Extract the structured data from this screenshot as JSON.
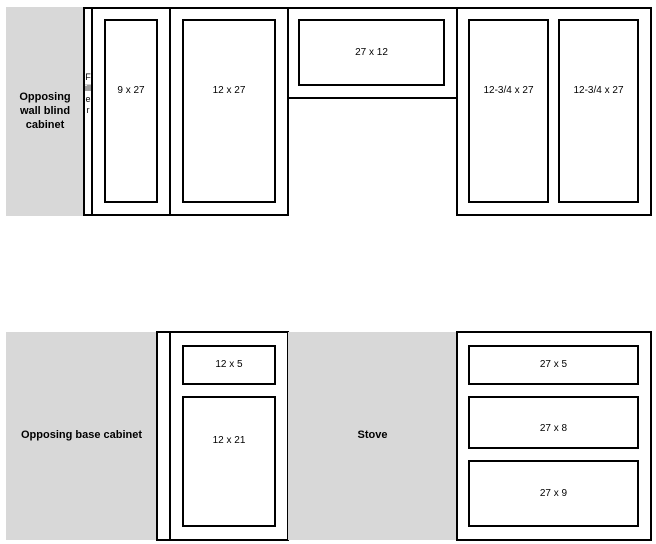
{
  "upper": {
    "opposing_label": "Opposing wall blind cabinet",
    "filler_label": "Filler",
    "door_9x27": "9 x 27",
    "door_12x27": "12 x 27",
    "door_27x12": "27 x 12",
    "door_1234_left": "12-3/4 x 27",
    "door_1234_right": "12-3/4 x 27"
  },
  "lower": {
    "opposing_label": "Opposing base cabinet",
    "drawer_12x5": "12 x 5",
    "door_12x21": "12 x 21",
    "stove_label": "Stove",
    "drawer_27x5": "27 x 5",
    "drawer_27x8": "27 x 8",
    "drawer_27x9": "27 x 9"
  },
  "colors": {
    "grey_fill": "#d8d8d8",
    "outline": "#000000"
  }
}
